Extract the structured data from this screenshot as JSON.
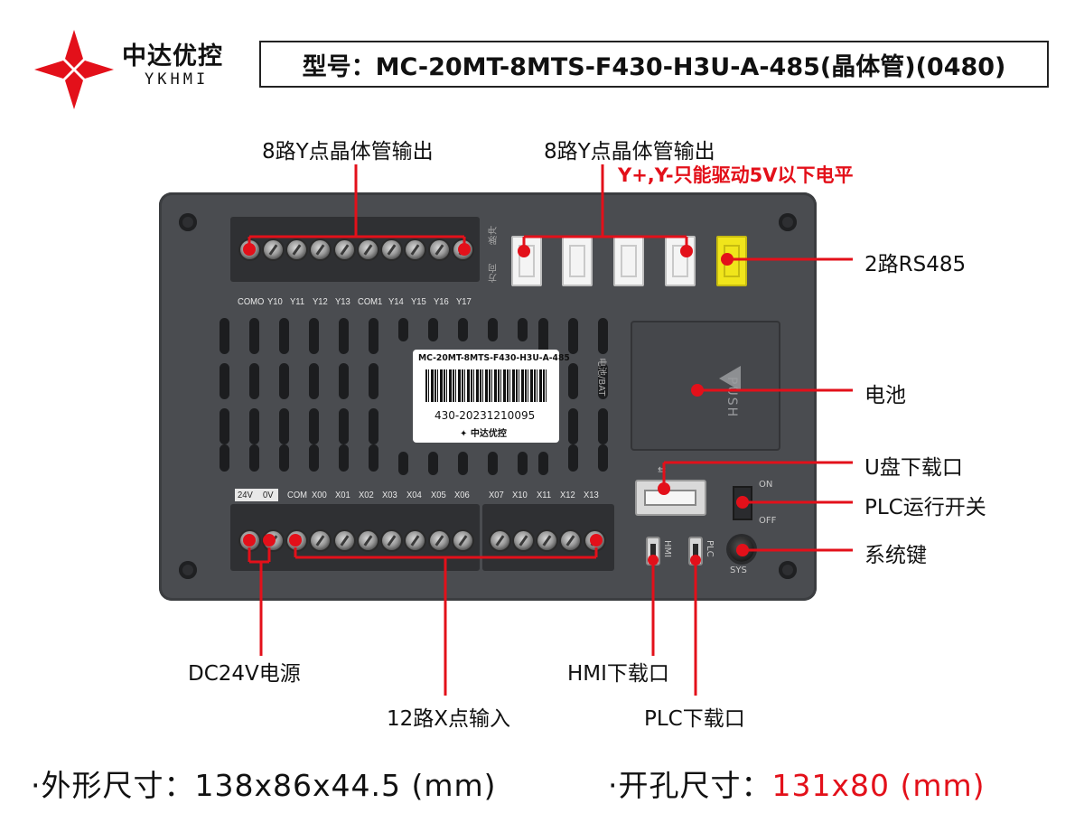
{
  "brand": {
    "name": "中达优控",
    "sub": "YKHMI",
    "logo_color": "#e3101a"
  },
  "model_title": "型号：MC-20MT-8MTS-F430-H3U-A-485(晶体管)(0480)",
  "device": {
    "top_terminal_labels": [
      "COMO",
      "Y10",
      "Y11",
      "Y12",
      "Y13",
      "COM1",
      "Y14",
      "Y15",
      "Y16",
      "Y17"
    ],
    "bottom_left_labels": [
      "24V",
      "0V",
      "COM",
      "X00",
      "X01",
      "X02",
      "X03",
      "X04",
      "X05",
      "X06"
    ],
    "bottom_right_labels": [
      "X07",
      "X10",
      "X11",
      "X12",
      "X13"
    ],
    "vertical_mark_a": "方向",
    "vertical_mark_b": "脉冲",
    "label_card": {
      "model": "MC-20MT-8MTS-F430-H3U-A-485",
      "serial": "430-20231210095",
      "brand": "中达优控"
    },
    "battery_bat_text": "电池/BAT",
    "push_text": "PUSH",
    "switch_on": "ON",
    "switch_off": "OFF",
    "sys_text": "SYS",
    "hmi_port_text": "HMI",
    "plc_port_text": "PLC"
  },
  "annotations": {
    "y_output_left": "8路Y点晶体管输出",
    "y_output_right": "8路Y点晶体管输出",
    "y_output_note": "Y+,Y-只能驱动5V以下电平",
    "rs485": "2路RS485",
    "battery": "电池",
    "udisk": "U盘下载口",
    "plc_switch": "PLC运行开关",
    "sys_key": "系统键",
    "dc24v": "DC24V电源",
    "x_input": "12路X点输入",
    "hmi_download": "HMI下载口",
    "plc_download": "PLC下载口"
  },
  "footer": {
    "outline_size_label": "·外形尺寸：138x86x44.5 (mm)",
    "cutout_label": "·开孔尺寸：",
    "cutout_value": "131x80 (mm)"
  },
  "colors": {
    "accent_red": "#e3101a",
    "device_body": "#4a4c50",
    "rs485_connector": "#f0e51b"
  }
}
